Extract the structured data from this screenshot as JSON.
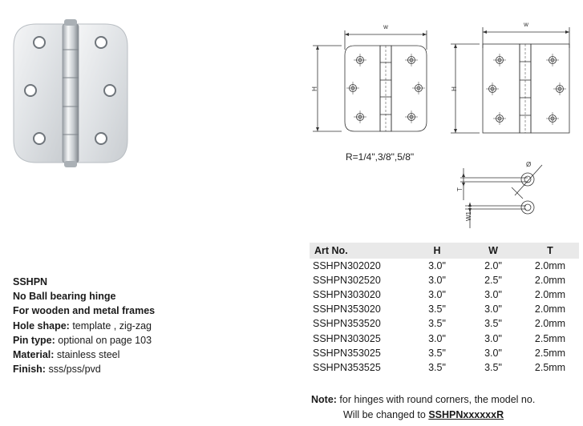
{
  "drawing": {
    "width_label": "w",
    "height_label": "H",
    "radius_label": "R=1/4\",3/8\",5/8\"",
    "thickness_label": "T",
    "pin_label": "W1",
    "diameter_label": "Ø"
  },
  "spec": {
    "model": "SSHPN",
    "name": "No Ball bearing hinge",
    "usage": "For wooden and metal frames",
    "hole_shape_label": "Hole shape:",
    "hole_shape_value": " template , zig-zag",
    "pin_type_label": "Pin type:",
    "pin_type_value": " optional on page 103",
    "material_label": "Material:",
    "material_value": " stainless steel",
    "finish_label": "Finish:",
    "finish_value": " sss/pss/pvd"
  },
  "table": {
    "headers": [
      "Art No.",
      "H",
      "W",
      "T"
    ],
    "rows": [
      [
        "SSHPN302020",
        "3.0\"",
        "2.0\"",
        "2.0mm"
      ],
      [
        "SSHPN302520",
        "3.0\"",
        "2.5\"",
        "2.0mm"
      ],
      [
        "SSHPN303020",
        "3.0\"",
        "3.0\"",
        "2.0mm"
      ],
      [
        "SSHPN353020",
        "3.5\"",
        "3.0\"",
        "2.0mm"
      ],
      [
        "SSHPN353520",
        "3.5\"",
        "3.5\"",
        "2.0mm"
      ],
      [
        "SSHPN303025",
        "3.0\"",
        "3.0\"",
        "2.5mm"
      ],
      [
        "SSHPN353025",
        "3.5\"",
        "3.0\"",
        "2.5mm"
      ],
      [
        "SSHPN353525",
        "3.5\"",
        "3.5\"",
        "2.5mm"
      ]
    ]
  },
  "note": {
    "label": "Note:",
    "line1": " for hinges with round corners, the model no.",
    "line2": "Will be changed to ",
    "model": "SSHPNxxxxxxR"
  }
}
